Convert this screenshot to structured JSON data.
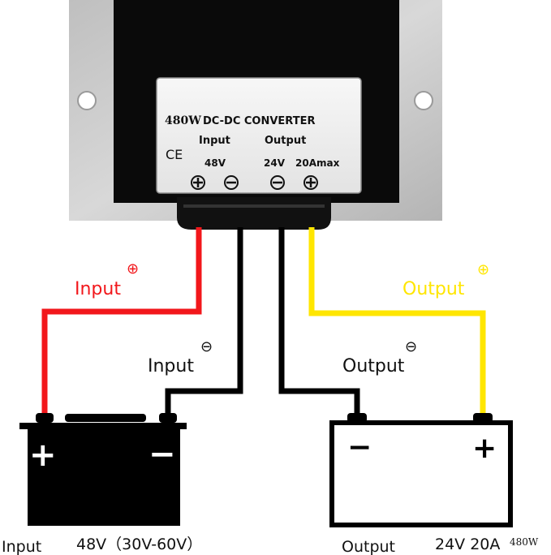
{
  "converter": {
    "title_watt": "480W",
    "title_rest": "DC-DC CONVERTER",
    "input_label": "Input",
    "output_label": "Output",
    "input_voltage": "48V",
    "output_voltage": "24V",
    "output_current": "20Amax",
    "ce_mark": "CE"
  },
  "wires": {
    "input_pos_label": "Input",
    "input_neg_label": "Input",
    "output_pos_label": "Output",
    "output_neg_label": "Output",
    "plus_symbol": "⊕",
    "minus_symbol": "⊖"
  },
  "battery": {
    "plus": "+",
    "minus": "−"
  },
  "load": {
    "minus": "−",
    "plus": "+"
  },
  "footer": {
    "input_label": "Input",
    "input_spec": "48V（30V-60V）",
    "output_label": "Output",
    "output_spec": "24V 20A",
    "output_watt": "480W"
  },
  "colors": {
    "red_wire": "#f2171b",
    "yellow_wire": "#ffe600",
    "black_wire": "#000000",
    "housing": "#c9c9c9",
    "module": "#0a0a0a",
    "label_plate": "#f2f2f2"
  }
}
